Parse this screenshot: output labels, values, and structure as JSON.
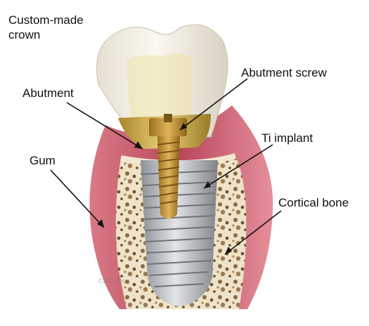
{
  "labels": {
    "crown": "Custom-made\ncrown",
    "abutment": "Abutment",
    "gum": "Gum",
    "abutment_screw": "Abutment screw",
    "ti_implant": "Ti implant",
    "cortical_bone": "Cortical bone"
  },
  "watermark": "©2007Ro...",
  "colors": {
    "crown": "#f1ece0",
    "abutment": "#c9a94a",
    "screw": "#c79a3a",
    "gum": "#c85a6a",
    "bone": "#ede0c4",
    "implant": "#b9bcc2"
  }
}
